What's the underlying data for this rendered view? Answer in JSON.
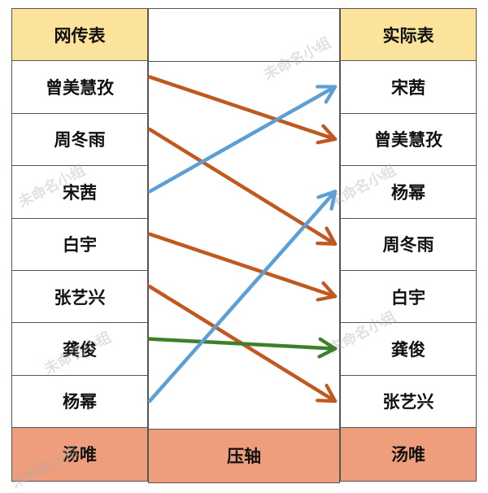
{
  "left_column": {
    "header": "网传表",
    "items": [
      "曾美慧孜",
      "周冬雨",
      "宋茜",
      "白宇",
      "张艺兴",
      "龚俊",
      "杨幂"
    ],
    "footer": "汤唯"
  },
  "middle_column": {
    "footer": "压轴"
  },
  "right_column": {
    "header": "实际表",
    "items": [
      "宋茜",
      "曾美慧孜",
      "杨幂",
      "周冬雨",
      "白宇",
      "龚俊",
      "张艺兴"
    ],
    "footer": "汤唯"
  },
  "watermark": "未命名小组",
  "arrows": [
    {
      "from": "曾美慧孜",
      "to": "曾美慧孜",
      "color": "#c0581f"
    },
    {
      "from": "周冬雨",
      "to": "周冬雨",
      "color": "#c0581f"
    },
    {
      "from": "宋茜",
      "to": "宋茜",
      "color": "#5b9fd6"
    },
    {
      "from": "白宇",
      "to": "白宇",
      "color": "#c0581f"
    },
    {
      "from": "张艺兴",
      "to": "张艺兴",
      "color": "#c0581f"
    },
    {
      "from": "龚俊",
      "to": "龚俊",
      "color": "#3f7f2a"
    },
    {
      "from": "杨幂",
      "to": "杨幂",
      "color": "#5b9fd6"
    }
  ]
}
